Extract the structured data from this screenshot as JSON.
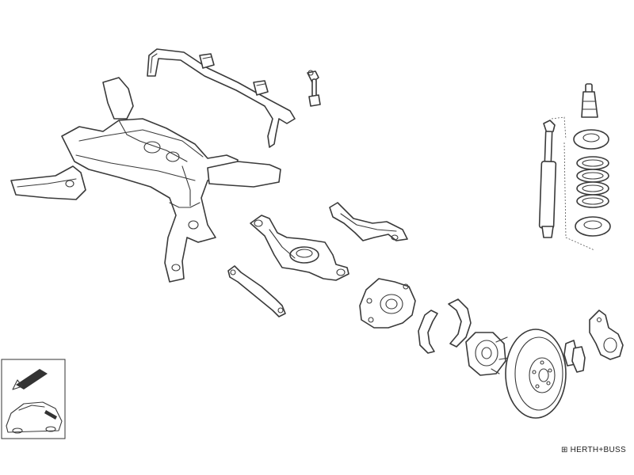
{
  "diagram": {
    "parts": [
      "rear-subframe",
      "stabilizer-bar",
      "stabilizer-bushings",
      "stabilizer-link",
      "lower-control-arm",
      "upper-control-arm",
      "lateral-link",
      "wheel-knuckle",
      "parking-brake-shoes",
      "wheel-hub",
      "brake-disc",
      "brake-pads",
      "brake-caliper",
      "shock-absorber",
      "bump-stop",
      "spring-seat-upper",
      "coil-spring",
      "spring-seat-lower"
    ],
    "inset_icon": "car-rear-suspension-locator-icon",
    "colors": {
      "line": "#3a3a3a",
      "background": "#ffffff"
    }
  },
  "brand": {
    "mark": "⊞",
    "name": "HERTH+BUSS"
  }
}
